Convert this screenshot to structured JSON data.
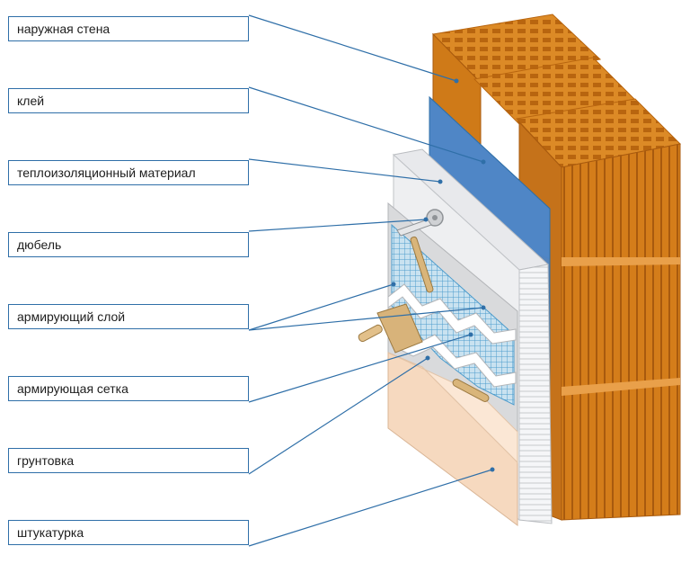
{
  "labels": [
    {
      "id": "outer-wall",
      "text": "наружная стена"
    },
    {
      "id": "glue",
      "text": "клей"
    },
    {
      "id": "insulation",
      "text": "теплоизоляционный материал"
    },
    {
      "id": "dowel",
      "text": "дюбель"
    },
    {
      "id": "reinforcing-layer",
      "text": "армирующий слой"
    },
    {
      "id": "reinforcing-mesh",
      "text": "армирующая сетка"
    },
    {
      "id": "primer",
      "text": "грунтовка"
    },
    {
      "id": "plaster",
      "text": "штукатурка"
    }
  ],
  "colors": {
    "leader_line": "#2f6fa8",
    "brick": "#d8821e",
    "brick_dark": "#b8650f",
    "glue": "#4f86c6",
    "insulation": "#f1f2f4",
    "mesh": "#7db5d8",
    "plaster": "#f6d9bf"
  }
}
